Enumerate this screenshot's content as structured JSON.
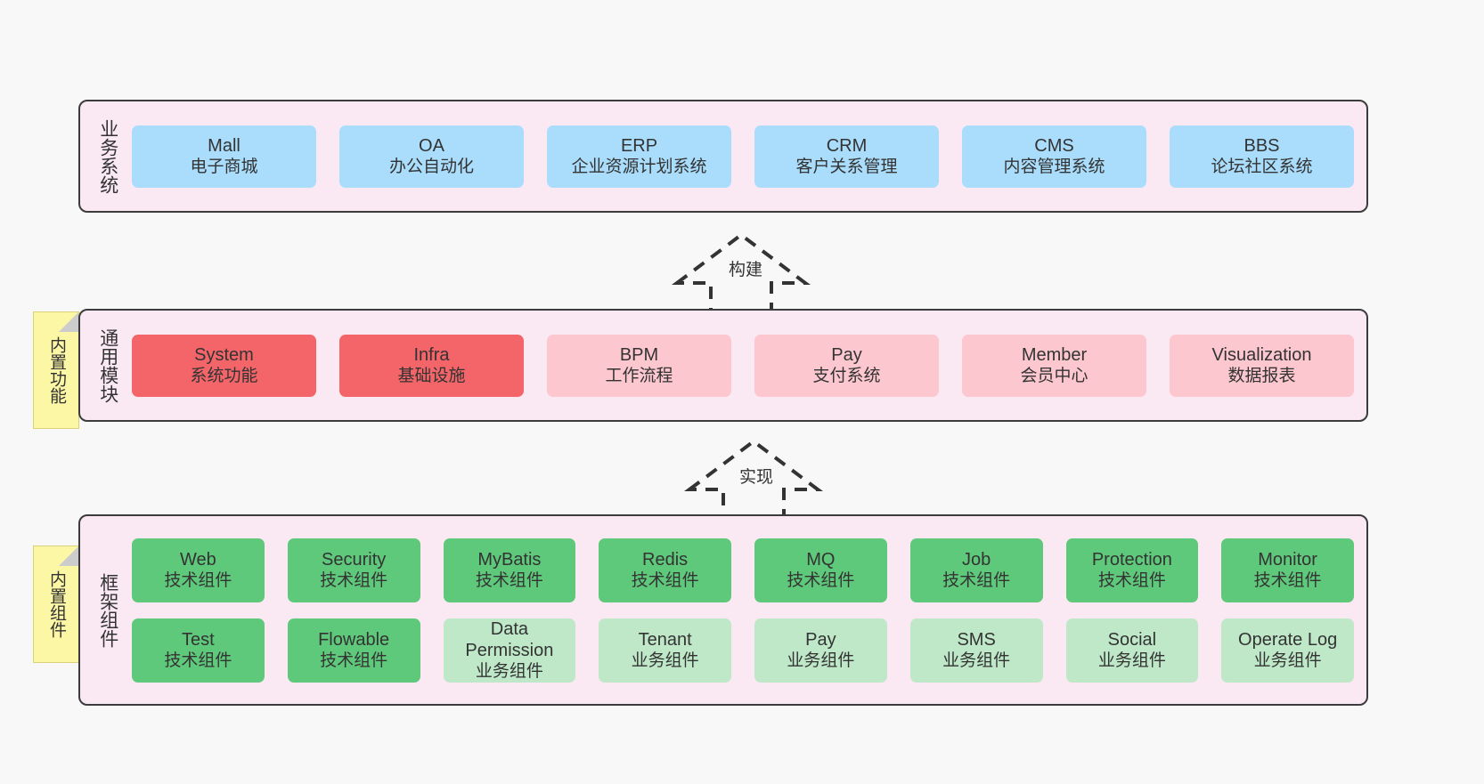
{
  "layers": [
    {
      "id": "business",
      "title": "业务系统",
      "rows": [
        {
          "cards": [
            {
              "en": "Mall",
              "cn": "电子商城",
              "style": "c-blue"
            },
            {
              "en": "OA",
              "cn": "办公自动化",
              "style": "c-blue"
            },
            {
              "en": "ERP",
              "cn": "企业资源计划系统",
              "style": "c-blue"
            },
            {
              "en": "CRM",
              "cn": "客户关系管理",
              "style": "c-blue"
            },
            {
              "en": "CMS",
              "cn": "内容管理系统",
              "style": "c-blue"
            },
            {
              "en": "BBS",
              "cn": "论坛社区系统",
              "style": "c-blue"
            }
          ]
        }
      ]
    },
    {
      "id": "module",
      "title": "通用模块",
      "rows": [
        {
          "cards": [
            {
              "en": "System",
              "cn": "系统功能",
              "style": "c-red"
            },
            {
              "en": "Infra",
              "cn": "基础设施",
              "style": "c-red"
            },
            {
              "en": "BPM",
              "cn": "工作流程",
              "style": "c-pink"
            },
            {
              "en": "Pay",
              "cn": "支付系统",
              "style": "c-pink"
            },
            {
              "en": "Member",
              "cn": "会员中心",
              "style": "c-pink"
            },
            {
              "en": "Visualization",
              "cn": "数据报表",
              "style": "c-pink"
            }
          ]
        }
      ]
    },
    {
      "id": "frame",
      "title": "框架组件",
      "rows": [
        {
          "cards": [
            {
              "en": "Web",
              "cn": "技术组件",
              "style": "c-green"
            },
            {
              "en": "Security",
              "cn": "技术组件",
              "style": "c-green"
            },
            {
              "en": "MyBatis",
              "cn": "技术组件",
              "style": "c-green"
            },
            {
              "en": "Redis",
              "cn": "技术组件",
              "style": "c-green"
            },
            {
              "en": "MQ",
              "cn": "技术组件",
              "style": "c-green"
            },
            {
              "en": "Job",
              "cn": "技术组件",
              "style": "c-green"
            },
            {
              "en": "Protection",
              "cn": "技术组件",
              "style": "c-green"
            },
            {
              "en": "Monitor",
              "cn": "技术组件",
              "style": "c-green"
            }
          ]
        },
        {
          "cards": [
            {
              "en": "Test",
              "cn": "技术组件",
              "style": "c-green"
            },
            {
              "en": "Flowable",
              "cn": "技术组件",
              "style": "c-green"
            },
            {
              "en": "Data Permission",
              "cn": "业务组件",
              "style": "c-lightgreen"
            },
            {
              "en": "Tenant",
              "cn": "业务组件",
              "style": "c-lightgreen"
            },
            {
              "en": "Pay",
              "cn": "业务组件",
              "style": "c-lightgreen"
            },
            {
              "en": "SMS",
              "cn": "业务组件",
              "style": "c-lightgreen"
            },
            {
              "en": "Social",
              "cn": "业务组件",
              "style": "c-lightgreen"
            },
            {
              "en": "Operate Log",
              "cn": "业务组件",
              "style": "c-lightgreen"
            }
          ]
        }
      ]
    }
  ],
  "tabs": {
    "functions": "内置功能",
    "components": "内置组件"
  },
  "arrows": {
    "build": "构建",
    "implement": "实现"
  },
  "colors": {
    "layer_background": "#fae8f3",
    "layer_border": "#3c3c3c",
    "business_card": "#aaddfb",
    "module_core_card": "#f4656a",
    "module_card": "#fcc7ce",
    "tech_component_card": "#5fc97b",
    "business_component_card": "#bfe8c9",
    "tab_background": "#fcf7a5",
    "page_background": "#f8f8f8"
  }
}
